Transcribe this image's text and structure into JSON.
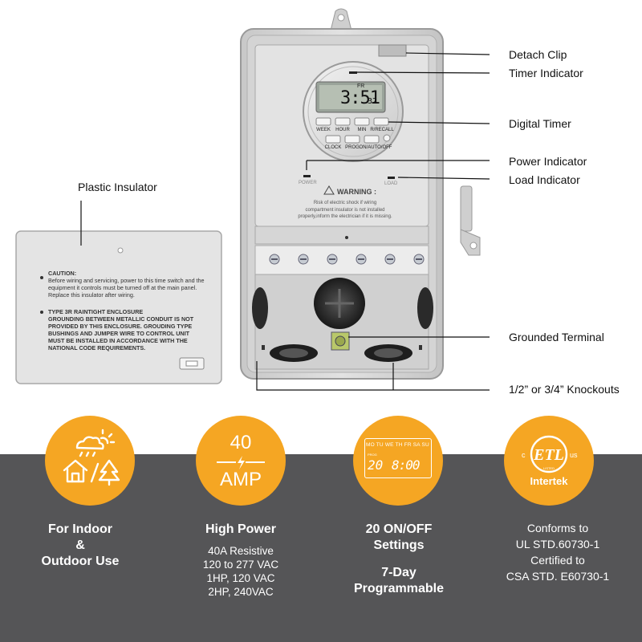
{
  "callouts": {
    "detach_clip": "Detach Clip",
    "timer_indicator": "Timer Indicator",
    "digital_timer": "Digital Timer",
    "power_indicator": "Power Indicator",
    "load_indicator": "Load Indicator",
    "plastic_insulator": "Plastic Insulator",
    "grounded_terminal": "Grounded Terminal",
    "knockouts": "1/2” or 3/4” Knockouts"
  },
  "timer": {
    "day": "FR",
    "time": "3:51",
    "seconds": "32",
    "buttons_row1": [
      "WEEK",
      "HOUR",
      "MIN",
      "R/RECALL"
    ],
    "buttons_row2": [
      "CLOCK",
      "PROG",
      "ON/AUTO/OFF"
    ],
    "power_label": "POWER",
    "load_label": "LOAD"
  },
  "warning": {
    "title": "WARNING :",
    "line1": "Risk of electric shock if wiring",
    "line2": "compartment insulator is not installed",
    "line3": "properly,inform the electrician if it is missing."
  },
  "insulator": {
    "caution_title": "CAUTION:",
    "caution_body": "Before wiring and servicing, power to this time switch and the equipment it controls must be turned off at the main panel. Replace this insulator after wiring.",
    "type_title": "TYPE 3R RAINTIGHT ENCLOSURE",
    "type_body": "GROUNDING BETWEEN METALLIC CONDUIT IS NOT PROVIDED BY THIS ENCLOSURE. GROUDING TYPE BUSHINGS AND JUMPER WIRE TO CONTROL UNIT MUST BE INSTALLED IN ACCORDANCE WITH THE NATIONAL CODE REQUIREMENTS."
  },
  "features": [
    {
      "title_lines": [
        "For Indoor",
        "&",
        "Outdoor Use"
      ],
      "sub_lines": []
    },
    {
      "title_lines": [
        "High Power"
      ],
      "sub_lines": [
        "40A Resistive",
        "120 to 277 VAC",
        "1HP, 120 VAC",
        "2HP, 240VAC"
      ]
    },
    {
      "title_lines": [
        "20 ON/OFF",
        "Settings"
      ],
      "title2_lines": [
        "7-Day",
        "Programmable"
      ],
      "sub_lines": []
    },
    {
      "title_lines": [],
      "sub_lines": [
        "Conforms to",
        "UL STD.60730-1",
        "Certified to",
        "CSA STD. E60730-1"
      ]
    }
  ],
  "icons": {
    "amp_number": "40",
    "amp_unit": "AMP",
    "lcd_days": "MO TU WE TH FR SA SU",
    "lcd_prog": "PROG",
    "lcd_digits_left": "20",
    "lcd_digits_right": "8:00",
    "etl_c": "c",
    "etl_us": "us",
    "etl_listed": "LISTED",
    "etl_brand": "Intertek"
  },
  "colors": {
    "accent": "#f5a623",
    "band": "#555557",
    "enclosure": "#d9d9d9"
  }
}
